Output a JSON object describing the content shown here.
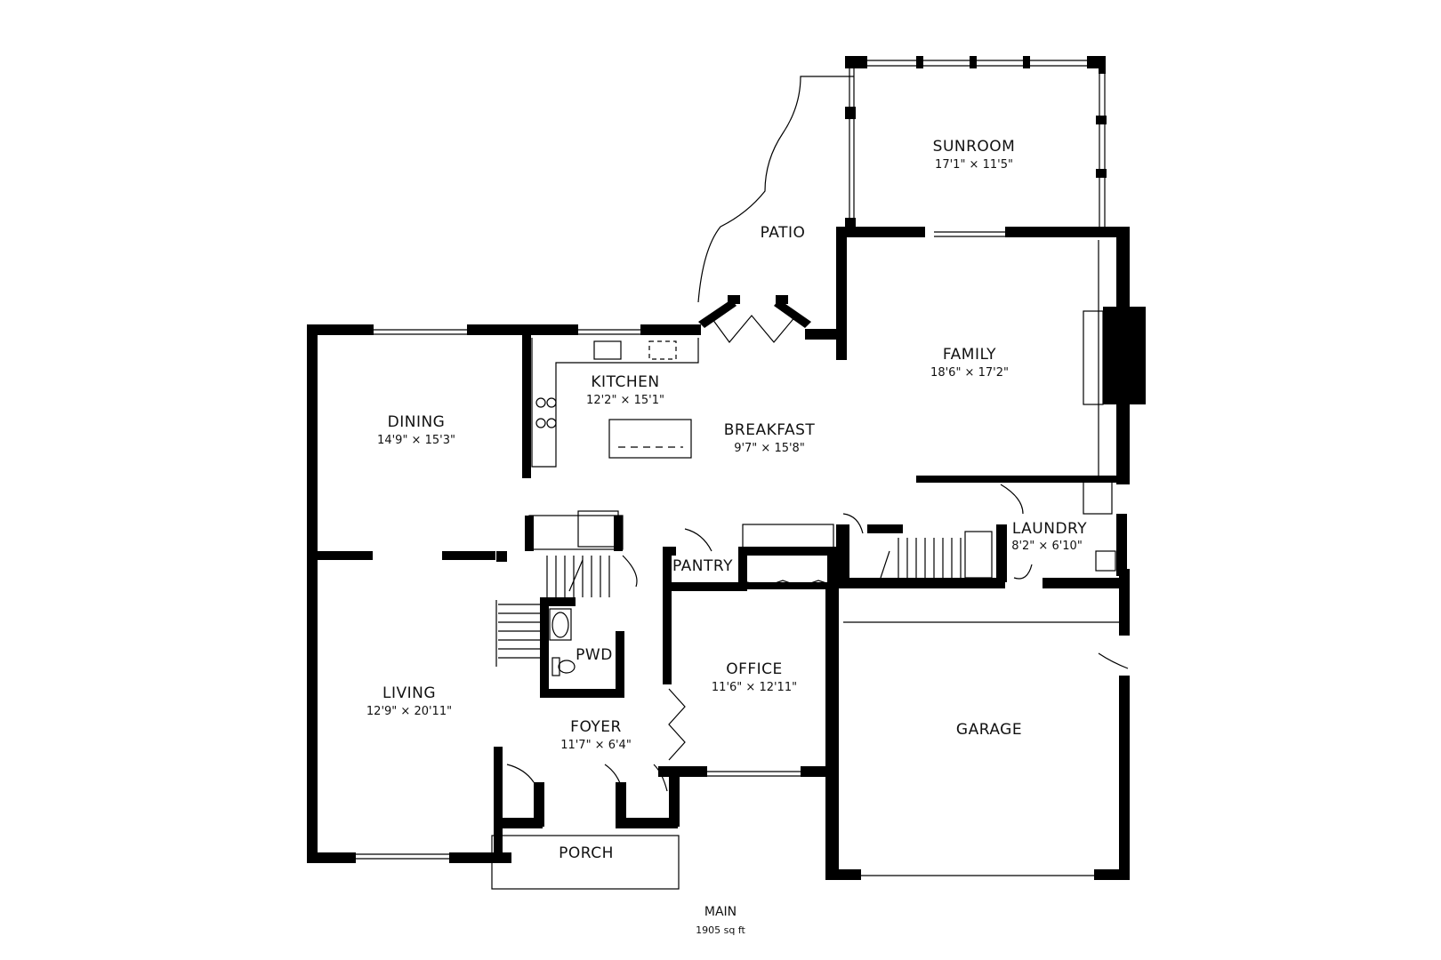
{
  "rooms": {
    "sunroom": {
      "name": "SUNROOM",
      "dims": "17'1\" × 11'5\""
    },
    "patio": {
      "name": "PATIO"
    },
    "family": {
      "name": "FAMILY",
      "dims": "18'6\" × 17'2\""
    },
    "kitchen": {
      "name": "KITCHEN",
      "dims": "12'2\" × 15'1\""
    },
    "dining": {
      "name": "DINING",
      "dims": "14'9\" × 15'3\""
    },
    "breakfast": {
      "name": "BREAKFAST",
      "dims": "9'7\" × 15'8\""
    },
    "laundry": {
      "name": "LAUNDRY",
      "dims": "8'2\" × 6'10\""
    },
    "pantry": {
      "name": "PANTRY"
    },
    "pwd": {
      "name": "PWD"
    },
    "office": {
      "name": "OFFICE",
      "dims": "11'6\" × 12'11\""
    },
    "living": {
      "name": "LIVING",
      "dims": "12'9\" × 20'11\""
    },
    "foyer": {
      "name": "FOYER",
      "dims": "11'7\" × 6'4\""
    },
    "garage": {
      "name": "GARAGE"
    },
    "porch": {
      "name": "PORCH"
    }
  },
  "floor": {
    "title": "MAIN",
    "area": "1905 sq ft"
  }
}
